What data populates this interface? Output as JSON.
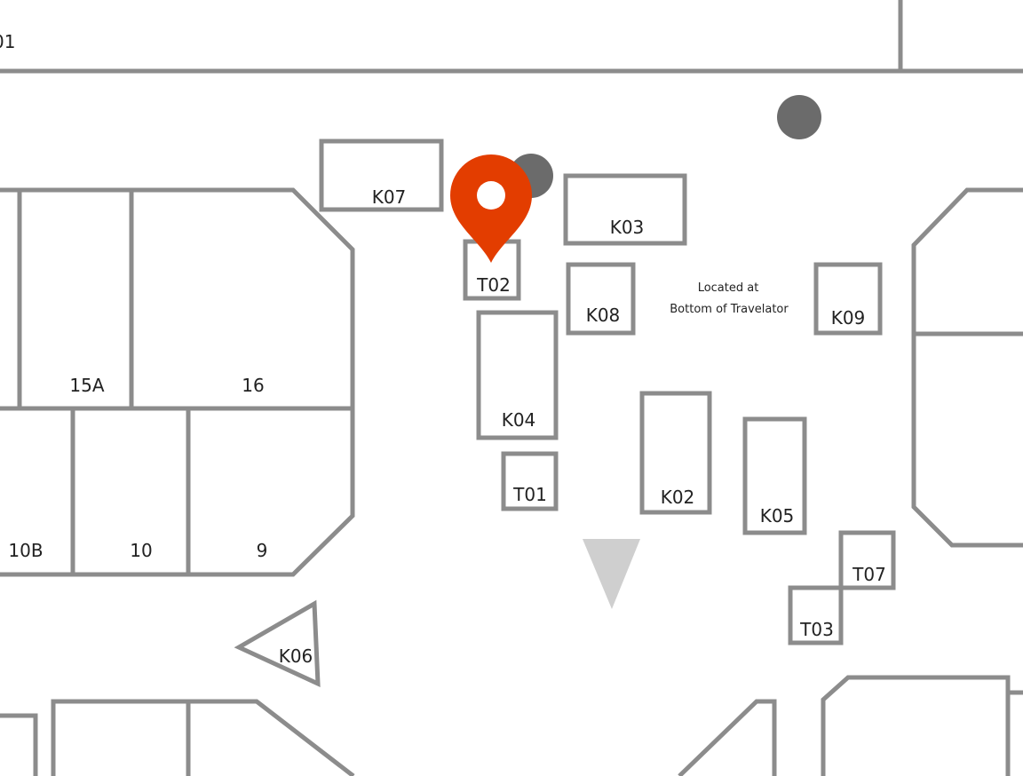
{
  "map": {
    "units": {
      "partial_top_left": "01",
      "k07": "K07",
      "k03": "K03",
      "t02": "T02",
      "k08": "K08",
      "k09": "K09",
      "k04": "K04",
      "t01": "T01",
      "k02": "K02",
      "k05": "K05",
      "t07": "T07",
      "t03": "T03",
      "k06": "K06",
      "s15a": "15A",
      "s16": "16",
      "s10b": "10B",
      "s10": "10",
      "s9": "9"
    },
    "note": {
      "line1": "Located at",
      "line2": "Bottom of Travelator"
    },
    "colors": {
      "wall": "#8c8c8c",
      "marker": "#e33d00",
      "dot": "#6b6b6b",
      "arrow": "#cfcfcf"
    },
    "icons": {
      "marker": "location-pin-icon",
      "arrow": "direction-arrow-icon"
    }
  }
}
